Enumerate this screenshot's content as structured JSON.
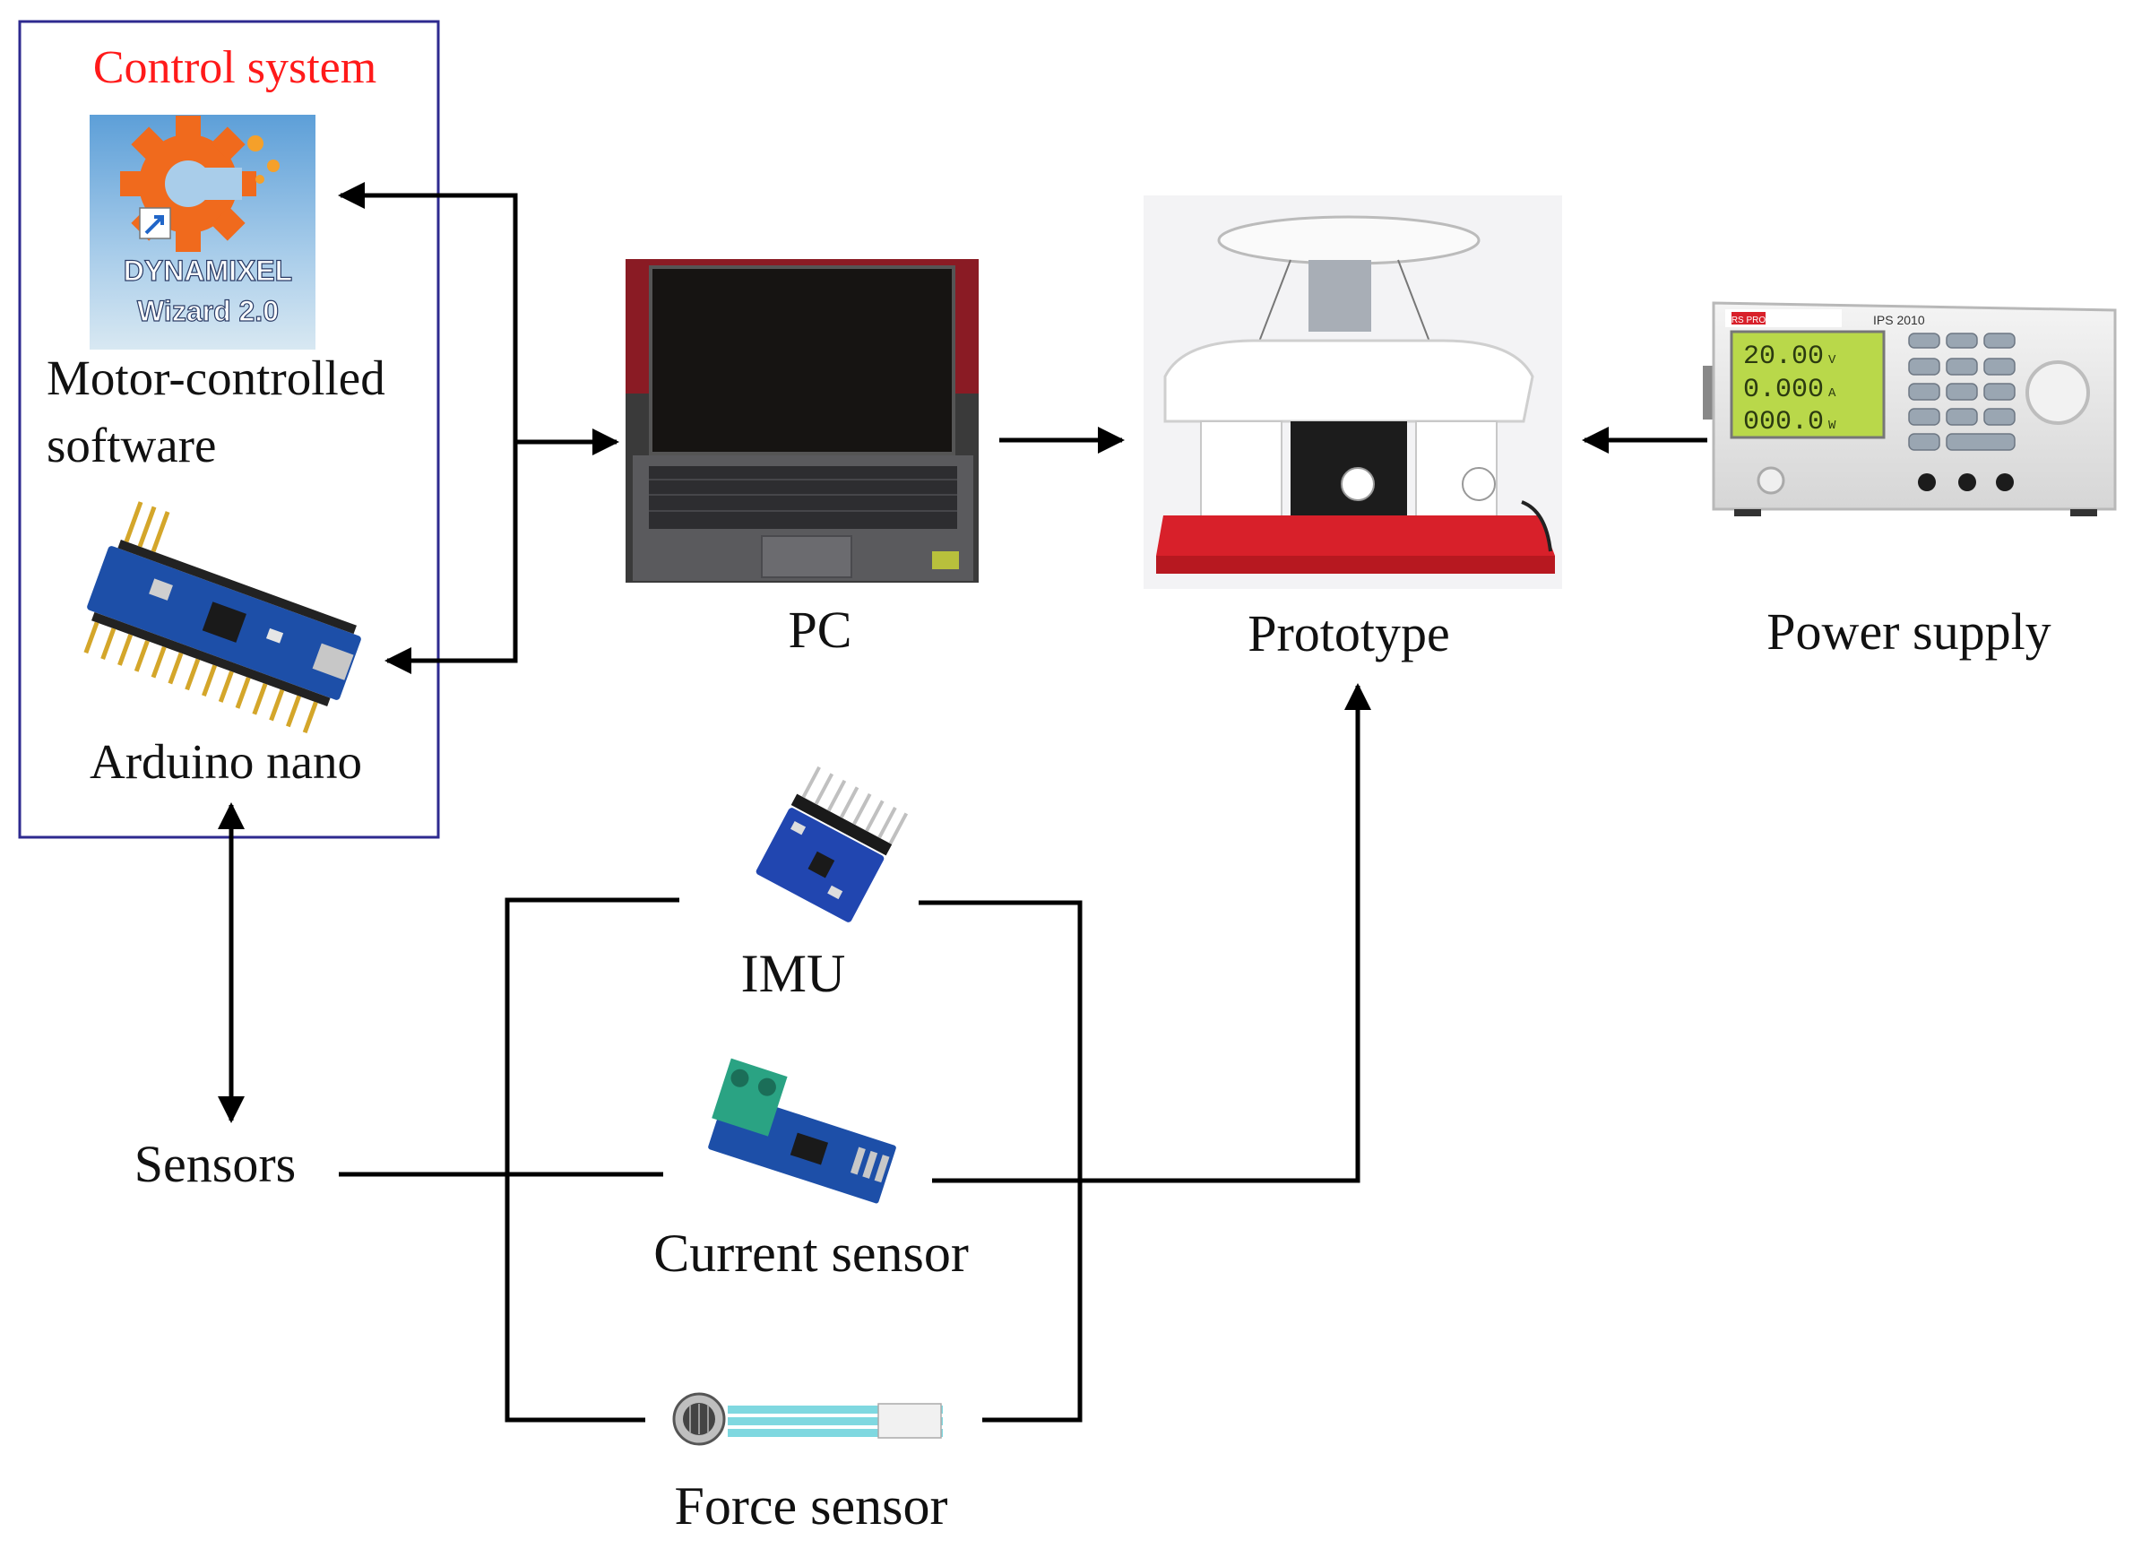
{
  "control_system": {
    "title": "Control system",
    "title_color": "#ff1a1a",
    "border_color": "#2e2a8f",
    "software_icon": {
      "icon": "dynamixel-wizard-icon",
      "line1": "DYNAMIXEL",
      "line2": "Wizard 2.0"
    },
    "software_label_line1": "Motor-controlled",
    "software_label_line2": "software",
    "board_icon": "arduino-nano-board-icon",
    "board_label": "Arduino nano"
  },
  "pc": {
    "icon": "laptop-icon",
    "label": "PC"
  },
  "prototype": {
    "icon": "prototype-device-icon",
    "label": "Prototype"
  },
  "power_supply": {
    "icon": "power-supply-icon",
    "label": "Power supply",
    "brand": "RS PRO",
    "model": "IPS 2010",
    "readings": [
      "20.00",
      "0.000",
      "000.0"
    ],
    "units": [
      "V",
      "A",
      "W"
    ]
  },
  "sensors": {
    "label": "Sensors",
    "imu": {
      "icon": "imu-board-icon",
      "label": "IMU"
    },
    "current": {
      "icon": "current-sensor-icon",
      "label": "Current sensor"
    },
    "force": {
      "icon": "force-sensor-icon",
      "label": "Force sensor"
    }
  },
  "colors": {
    "lines": "#000000",
    "arduino_blue": "#1d4fa8",
    "prototype_red": "#d8202a",
    "lcd_green": "#b9d84a",
    "terminal_teal": "#2aa383"
  }
}
